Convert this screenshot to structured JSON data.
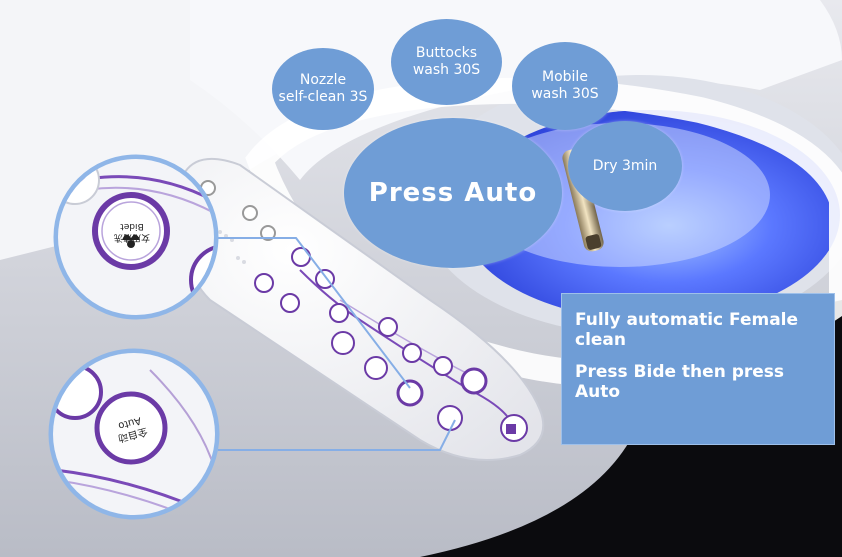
{
  "bubbles": {
    "nozzle": "Nozzle\nself-clean 3S",
    "buttocks": "Buttocks\nwash 30S",
    "mobile": "Mobile\nwash 30S",
    "dry": "Dry 3min",
    "auto": "Press Auto"
  },
  "info": {
    "line1": "Fully automatic Female clean",
    "line2": "Press Bide then press Auto"
  },
  "zoom_buttons": {
    "upper_text": "女用清洗 Bidet",
    "lower_text": "全自动 Auto"
  },
  "colors": {
    "bubble_fill": "#6f9dd6",
    "callout_border": "#8fb6e8",
    "accent_purple": "#6b3aa6",
    "blue_glow": "#3b62ff"
  }
}
